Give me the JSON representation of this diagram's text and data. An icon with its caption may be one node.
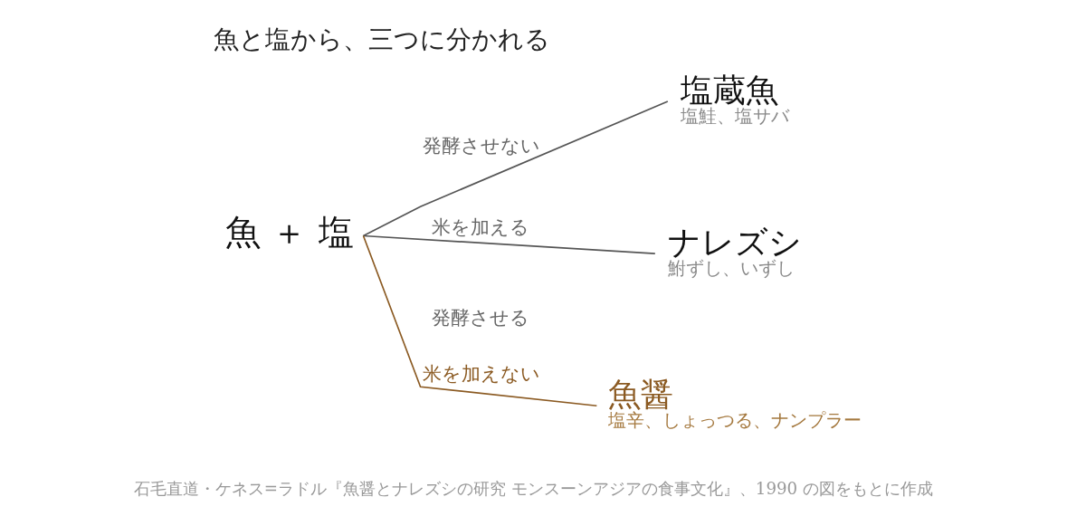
{
  "diagram": {
    "title": "魚と塩から、三つに分かれる",
    "caption": "石毛直道・ケネス=ラドル『魚醤とナレズシの研究 モンスーンアジアの食事文化』、1990 の図をもとに作成",
    "nodes": [
      {
        "text": [
          "魚 ＋ 塩"
        ]
      },
      {
        "text": [
          "塩蔵魚",
          "塩鮭、塩サバ"
        ]
      },
      {
        "text": [
          "ナレズシ",
          "鮒ずし、いずし"
        ]
      },
      {
        "text": [
          "魚醤",
          "塩辛、しょっつる、ナンプラー"
        ]
      }
    ],
    "edges": [
      {
        "from": 0,
        "to": 1,
        "arrow": "none",
        "label": "発酵させない"
      },
      {
        "from": 0,
        "to": 2,
        "arrow": "none",
        "label": "米を加える"
      },
      {
        "from": 0,
        "to": 3,
        "arrow": "none",
        "label": "米を加えない",
        "color": "#8b5a22"
      }
    ],
    "labels": [
      "発酵させる"
    ]
  }
}
